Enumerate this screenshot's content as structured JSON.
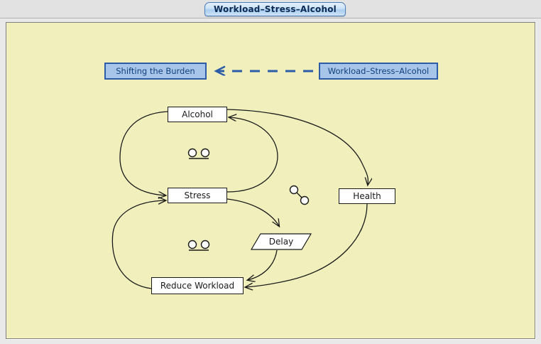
{
  "window": {
    "title": "Workload-Stress-Alcohol",
    "background_color": "#e9e9e9",
    "canvas_color": "#f1f0bd"
  },
  "tabs": [
    {
      "label": "Workload–Stress–Alcohol",
      "active": true
    }
  ],
  "colors": {
    "tab_border": "#4a7ebb",
    "tab_text": "#0a2a55",
    "linkbox_fill": "#a7c5e9",
    "linkbox_border": "#2c5ca8",
    "linkbox_text": "#12407e",
    "node_fill": "#ffffff",
    "node_border": "#1a1a1a",
    "canvas_fill": "#f1f0bd",
    "edge_stroke": "#1a1a1a"
  },
  "link_boxes": [
    {
      "id": "shifting-the-burden",
      "label": "Shifting the Burden"
    },
    {
      "id": "workload-stress-alcohol",
      "label": "Workload–Stress–Alcohol"
    }
  ],
  "link_connector": {
    "style": "dashed",
    "direction": "right-to-left",
    "arrow_at": "shifting-the-burden"
  },
  "nodes": [
    {
      "id": "alcohol",
      "label": "Alcohol",
      "shape": "rectangle"
    },
    {
      "id": "stress",
      "label": "Stress",
      "shape": "rectangle"
    },
    {
      "id": "health",
      "label": "Health",
      "shape": "rectangle"
    },
    {
      "id": "delay",
      "label": "Delay",
      "shape": "parallelogram"
    },
    {
      "id": "reduce-workload",
      "label": "Reduce Workload",
      "shape": "rectangle"
    }
  ],
  "edges": [
    {
      "from": "alcohol",
      "to": "stress",
      "note": "left loop, arrow into Stress"
    },
    {
      "from": "stress",
      "to": "alcohol",
      "note": "right loop, arrow into Alcohol"
    },
    {
      "from": "alcohol",
      "to": "health",
      "note": "long arc right then down"
    },
    {
      "from": "health",
      "to": "reduce-workload",
      "note": "long arc down then left"
    },
    {
      "from": "stress",
      "to": "delay",
      "note": "arc down-right into Delay"
    },
    {
      "from": "delay",
      "to": "reduce-workload",
      "note": "arc down-left into Reduce Workload"
    },
    {
      "from": "reduce-workload",
      "to": "stress",
      "note": "left loop, arrow into Stress"
    }
  ],
  "loop_indicators": [
    {
      "id": "balancing-alcohol-stress",
      "type": "balancing",
      "position": "between Alcohol and Stress"
    },
    {
      "id": "reinforcing-health",
      "type": "reinforcing",
      "position": "left of Health"
    },
    {
      "id": "balancing-stress-reduce",
      "type": "balancing",
      "position": "between Stress and Reduce Workload"
    }
  ]
}
